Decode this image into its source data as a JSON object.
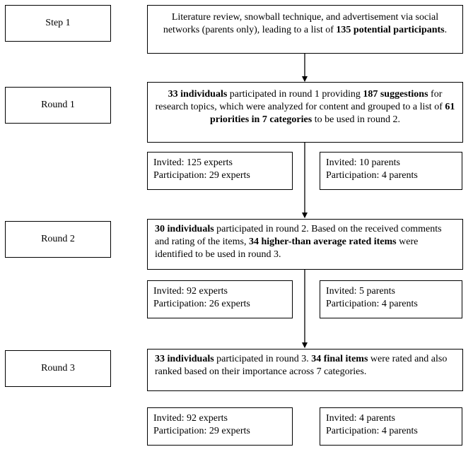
{
  "steps": [
    {
      "label": "Step 1",
      "text": [
        {
          "t": "Literature review, snowball technique, and advertisement via social networks (parents only), leading to a list of "
        },
        {
          "t": "135 potential participants",
          "b": true
        },
        {
          "t": "."
        }
      ]
    },
    {
      "label": "Round 1",
      "text": [
        {
          "t": "33 individuals",
          "b": true
        },
        {
          "t": " participated in round 1 providing "
        },
        {
          "t": "187 suggestions",
          "b": true
        },
        {
          "t": " for research topics, which were analyzed for content and grouped to a list of "
        },
        {
          "t": "61 priorities in 7 categories",
          "b": true
        },
        {
          "t": " to be used in round 2."
        }
      ],
      "experts": {
        "invited": "Invited: 125 experts",
        "participation": "Participation: 29 experts"
      },
      "parents": {
        "invited": "Invited: 10 parents",
        "participation": "Participation: 4 parents"
      }
    },
    {
      "label": "Round 2",
      "text": [
        {
          "t": "30 individuals",
          "b": true
        },
        {
          "t": " participated in round 2. Based on the received comments and rating of the items, "
        },
        {
          "t": "34 higher-than average rated items",
          "b": true
        },
        {
          "t": " were identified to be used in round 3."
        }
      ],
      "experts": {
        "invited": "Invited: 92 experts",
        "participation": "Participation: 26 experts"
      },
      "parents": {
        "invited": "Invited: 5 parents",
        "participation": "Participation: 4 parents"
      }
    },
    {
      "label": "Round 3",
      "text": [
        {
          "t": "33 individuals",
          "b": true
        },
        {
          "t": " participated in round 3. "
        },
        {
          "t": "34 final items",
          "b": true
        },
        {
          "t": " were rated and also ranked based on their importance across 7 categories."
        }
      ],
      "experts": {
        "invited": "Invited: 92 experts",
        "participation": "Participation: 29 experts"
      },
      "parents": {
        "invited": "Invited: 4 parents",
        "participation": "Participation: 4 parents"
      }
    }
  ]
}
